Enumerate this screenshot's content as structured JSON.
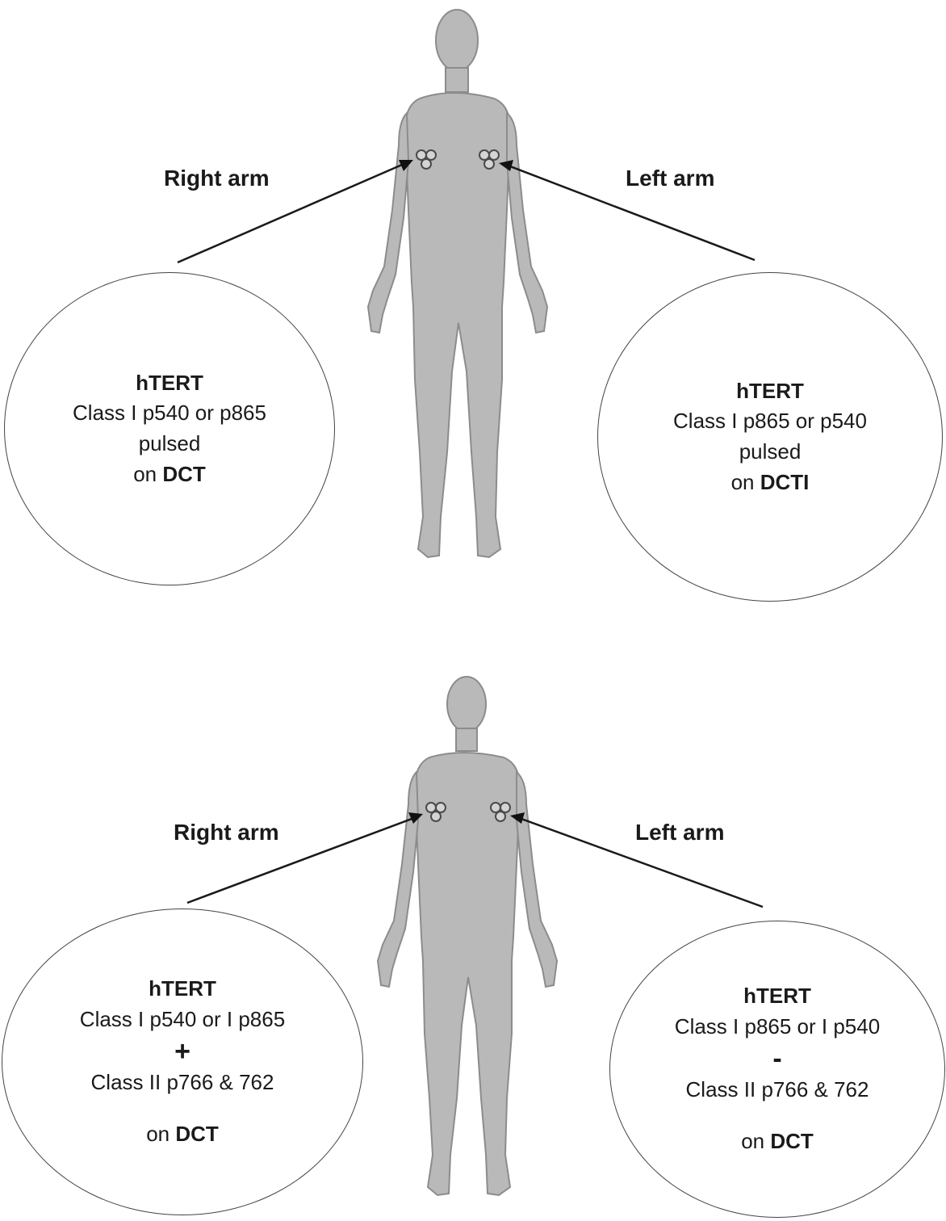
{
  "panels": [
    {
      "right_arm_label": "Right arm",
      "left_arm_label": "Left arm",
      "right_circle": {
        "title": "hTERT",
        "line1": "Class I p540 or p865",
        "line2": "pulsed",
        "line3_prefix": "on ",
        "line3_bold": "DCT"
      },
      "left_circle": {
        "title": "hTERT",
        "line1": "Class I p865 or p540",
        "line2": "pulsed",
        "line3_prefix": "on ",
        "line3_bold": "DCTI"
      }
    },
    {
      "right_arm_label": "Right arm",
      "left_arm_label": "Left arm",
      "right_circle": {
        "title": "hTERT",
        "line1": "Class I p540 or I p865",
        "symbol": "+",
        "line2": "Class II p766 & 762",
        "line3_prefix": "on ",
        "line3_bold": "DCT"
      },
      "left_circle": {
        "title": "hTERT",
        "line1": "Class I p865 or I p540",
        "symbol": "-",
        "line2": "Class II p766 & 762",
        "line3_prefix": "on ",
        "line3_bold": "DCT"
      }
    }
  ],
  "colors": {
    "body": "#b9b9b9",
    "lines": "#1a1a1a"
  }
}
